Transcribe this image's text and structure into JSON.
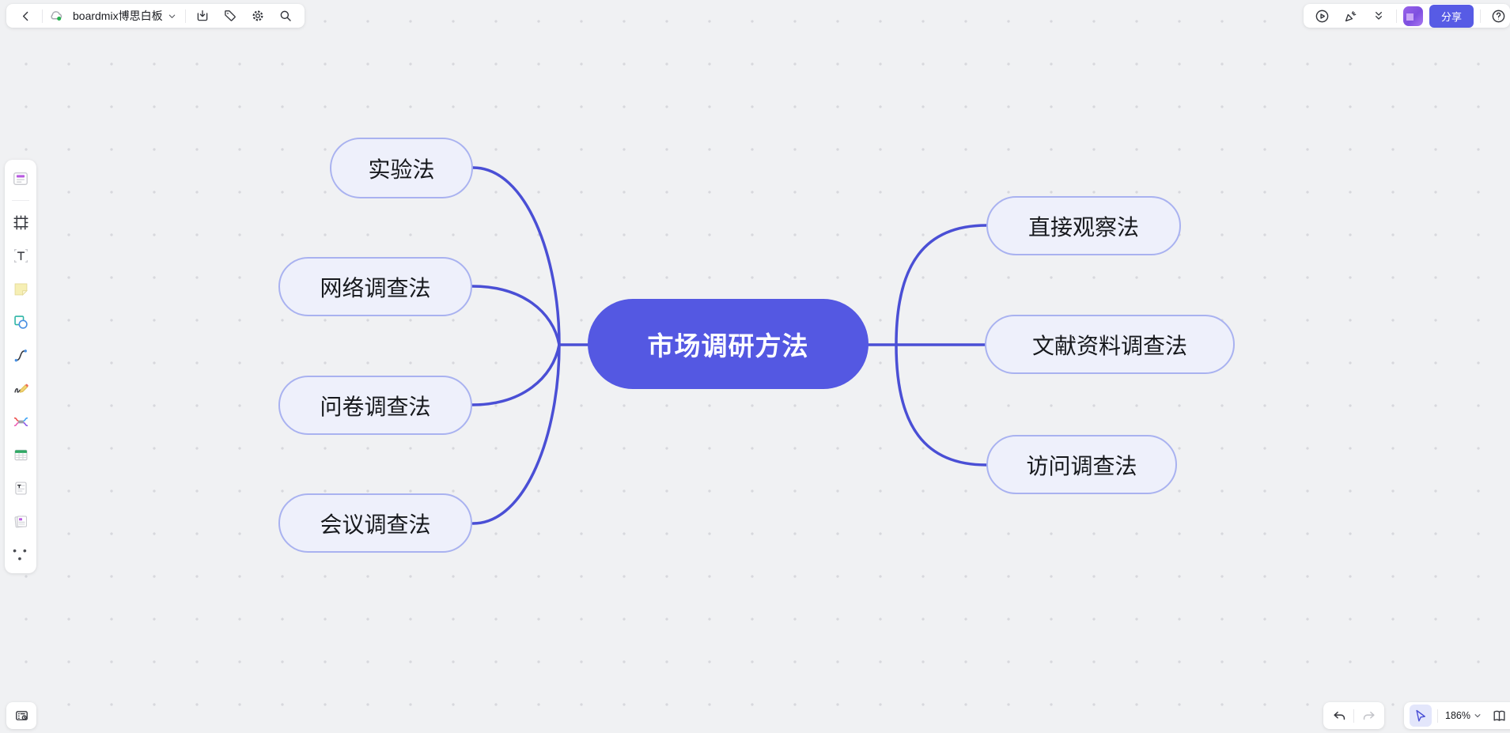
{
  "app": {
    "title": "boardmix博思白板",
    "share_label": "分享",
    "zoom_level": "186%",
    "more_tools_glyph": "• • •"
  },
  "colors": {
    "accent": "#575BE5",
    "branch_line": "#4A4FD5",
    "node_border": "#A9B2F0",
    "node_fill": "#EEF0FB",
    "center_fill": "#5458E2",
    "canvas_bg": "#F0F1F3"
  },
  "sidebar": {
    "tools": [
      "templates",
      "frame",
      "text",
      "sticky-note",
      "shapes",
      "connector",
      "pen",
      "mindmap",
      "table",
      "document",
      "notes",
      "more"
    ]
  },
  "mindmap": {
    "center": "市场调研方法",
    "left": [
      "实验法",
      "网络调查法",
      "问卷调查法",
      "会议调查法"
    ],
    "right": [
      "直接观察法",
      "文献资料调查法",
      "访问调查法"
    ]
  }
}
